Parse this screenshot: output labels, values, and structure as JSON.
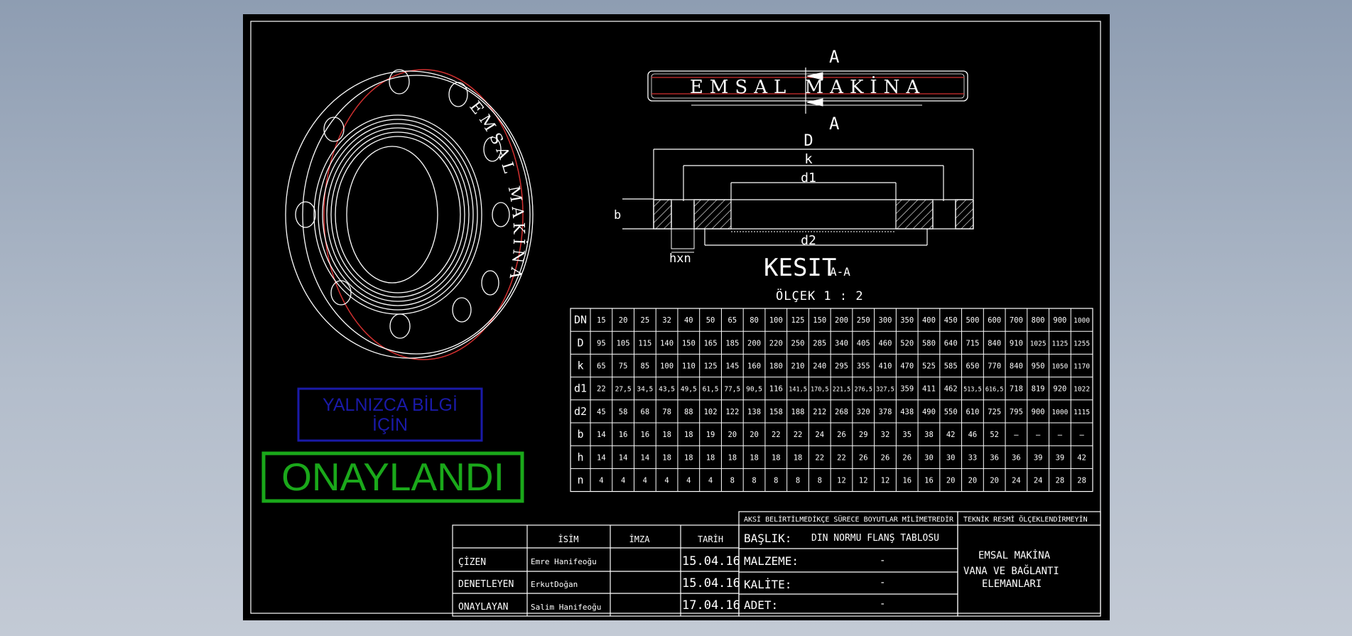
{
  "drawing": {
    "brand_ring_text": "EMSAL MAKİNA",
    "section_brand_text": "EMSAL MAKİNA",
    "section_marker_top": "A",
    "section_marker_bottom": "A",
    "section_title": "KESIT",
    "section_suffix": "A-A",
    "scale_label": "ÖLÇEK 1 : 2",
    "dims": {
      "D": "D",
      "k": "k",
      "d1": "d1",
      "d2": "d2",
      "b": "b",
      "hxn": "hxn"
    }
  },
  "stamps": {
    "info_line1": "YALNIZCA BİLGİ",
    "info_line2": "İÇİN",
    "approved": "ONAYLANDI",
    "info_color": "#1a1aa8",
    "approved_color": "#1aa81a"
  },
  "table": {
    "rows": [
      {
        "key": "DN",
        "values": [
          "15",
          "20",
          "25",
          "32",
          "40",
          "50",
          "65",
          "80",
          "100",
          "125",
          "150",
          "200",
          "250",
          "300",
          "350",
          "400",
          "450",
          "500",
          "600",
          "700",
          "800",
          "900",
          "1000"
        ]
      },
      {
        "key": "D",
        "values": [
          "95",
          "105",
          "115",
          "140",
          "150",
          "165",
          "185",
          "200",
          "220",
          "250",
          "285",
          "340",
          "405",
          "460",
          "520",
          "580",
          "640",
          "715",
          "840",
          "910",
          "1025",
          "1125",
          "1255"
        ]
      },
      {
        "key": "k",
        "values": [
          "65",
          "75",
          "85",
          "100",
          "110",
          "125",
          "145",
          "160",
          "180",
          "210",
          "240",
          "295",
          "355",
          "410",
          "470",
          "525",
          "585",
          "650",
          "770",
          "840",
          "950",
          "1050",
          "1170"
        ]
      },
      {
        "key": "d1",
        "values": [
          "22",
          "27,5",
          "34,5",
          "43,5",
          "49,5",
          "61,5",
          "77,5",
          "90,5",
          "116",
          "141,5",
          "170,5",
          "221,5",
          "276,5",
          "327,5",
          "359",
          "411",
          "462",
          "513,5",
          "616,5",
          "718",
          "819",
          "920",
          "1022"
        ]
      },
      {
        "key": "d2",
        "values": [
          "45",
          "58",
          "68",
          "78",
          "88",
          "102",
          "122",
          "138",
          "158",
          "188",
          "212",
          "268",
          "320",
          "378",
          "438",
          "490",
          "550",
          "610",
          "725",
          "795",
          "900",
          "1000",
          "1115"
        ]
      },
      {
        "key": "b",
        "values": [
          "14",
          "16",
          "16",
          "18",
          "18",
          "19",
          "20",
          "20",
          "22",
          "22",
          "24",
          "26",
          "29",
          "32",
          "35",
          "38",
          "42",
          "46",
          "52",
          "—",
          "—",
          "—",
          "—"
        ]
      },
      {
        "key": "h",
        "values": [
          "14",
          "14",
          "14",
          "18",
          "18",
          "18",
          "18",
          "18",
          "18",
          "18",
          "22",
          "22",
          "26",
          "26",
          "26",
          "30",
          "30",
          "33",
          "36",
          "36",
          "39",
          "39",
          "42"
        ]
      },
      {
        "key": "n",
        "values": [
          "4",
          "4",
          "4",
          "4",
          "4",
          "4",
          "8",
          "8",
          "8",
          "8",
          "8",
          "12",
          "12",
          "12",
          "16",
          "16",
          "20",
          "20",
          "20",
          "24",
          "24",
          "28",
          "28"
        ]
      }
    ]
  },
  "title_block": {
    "col_name": "İSİM",
    "col_sign": "İMZA",
    "col_date": "TARİH",
    "rows": [
      {
        "role": "ÇİZEN",
        "name": "Emre Hanifeoğu",
        "date": "15.04.16"
      },
      {
        "role": "DENETLEYEN",
        "name": "ErkutDoğan",
        "date": "15.04.16"
      },
      {
        "role": "ONAYLAYAN",
        "name": "Salim Hanifeoğu",
        "date": "17.04.16"
      }
    ],
    "note_units": "AKSİ BELİRTİLMEDİKÇE SÜRECE BOYUTLAR MİLİMETREDİR",
    "note_standard": "TEKNİK RESMİ ÖLÇEKLENDİRMEYİN",
    "title_label": "BAŞLIK:",
    "title_value": "DIN NORMU FLANŞ TABLOSU",
    "material_label": "MALZEME:",
    "material_value": "-",
    "quality_label": "KALİTE:",
    "quality_value": "-",
    "qty_label": "ADET:",
    "qty_value": "-",
    "company_line1": "EMSAL MAKİNA",
    "company_line2": "VANA VE BAĞLANTI",
    "company_line3": "ELEMANLARI"
  }
}
